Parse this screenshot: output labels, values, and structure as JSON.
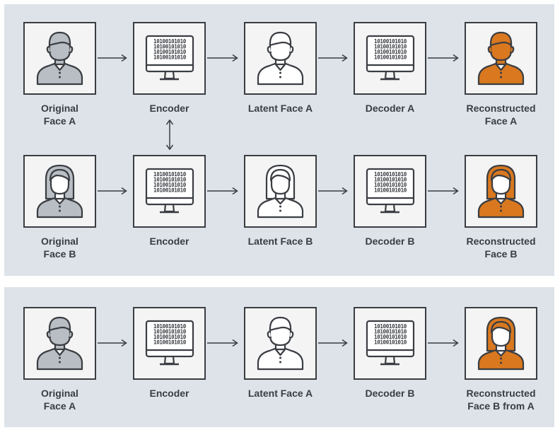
{
  "rows": [
    {
      "id": "row-1",
      "nodes": [
        {
          "label": "Original\nFace A",
          "icon": "male-face",
          "color": "#b9bec4"
        },
        {
          "label": "Encoder",
          "icon": "encoder-monitor"
        },
        {
          "label": "Latent Face A",
          "icon": "male-face",
          "color": "#ffffff"
        },
        {
          "label": "Decoder A",
          "icon": "decoder-monitor"
        },
        {
          "label": "Reconstructed\nFace A",
          "icon": "male-face",
          "color": "#d9781f"
        }
      ]
    },
    {
      "id": "row-2",
      "nodes": [
        {
          "label": "Original\nFace B",
          "icon": "female-face",
          "color": "#b9bec4"
        },
        {
          "label": "Encoder",
          "icon": "encoder-monitor"
        },
        {
          "label": "Latent Face B",
          "icon": "female-face",
          "color": "#ffffff"
        },
        {
          "label": "Decoder B",
          "icon": "decoder-monitor"
        },
        {
          "label": "Reconstructed\nFace B",
          "icon": "female-face",
          "color": "#d9781f"
        }
      ]
    },
    {
      "id": "row-3",
      "nodes": [
        {
          "label": "Original\nFace A",
          "icon": "male-face",
          "color": "#b9bec4"
        },
        {
          "label": "Encoder",
          "icon": "encoder-monitor"
        },
        {
          "label": "Latent Face A",
          "icon": "male-face",
          "color": "#ffffff"
        },
        {
          "label": "Decoder B",
          "icon": "decoder-monitor"
        },
        {
          "label": "Reconstructed\nFace B from A",
          "icon": "female-face",
          "color": "#d9781f"
        }
      ]
    }
  ],
  "monitor_text": "10100101010\n10100101010\n10100101010\n10100101010",
  "colors": {
    "outline": "#3a3d42",
    "panel": "#dde3e8",
    "box": "#f4f4f4"
  }
}
